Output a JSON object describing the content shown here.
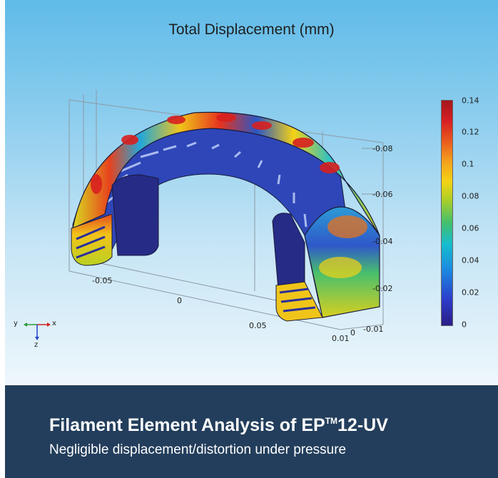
{
  "plot": {
    "title": "Total Displacement (mm)"
  },
  "colorbar": {
    "ticks": [
      "0.14",
      "0.12",
      "0.1",
      "0.08",
      "0.06",
      "0.04",
      "0.02",
      "0"
    ],
    "colors": [
      "#2a1e87",
      "#1b8be0",
      "#45c06a",
      "#f3d215",
      "#ea5a1e",
      "#a5161b"
    ]
  },
  "axes": {
    "vertical_ticks": [
      "-0.08",
      "-0.06",
      "-0.04",
      "-0.02",
      "-0.01"
    ],
    "horizontal_ticks": [
      "-0.05",
      "0",
      "0.05"
    ],
    "depth_ticks": [
      "0.01",
      "0"
    ]
  },
  "triad": {
    "y": "y",
    "x": "x",
    "z": "z"
  },
  "caption": {
    "title_pre": "Filament Element Analysis of EP",
    "title_sup": "TM",
    "title_post": "12-UV",
    "subtitle": "Negligible displacement/distortion under pressure"
  }
}
